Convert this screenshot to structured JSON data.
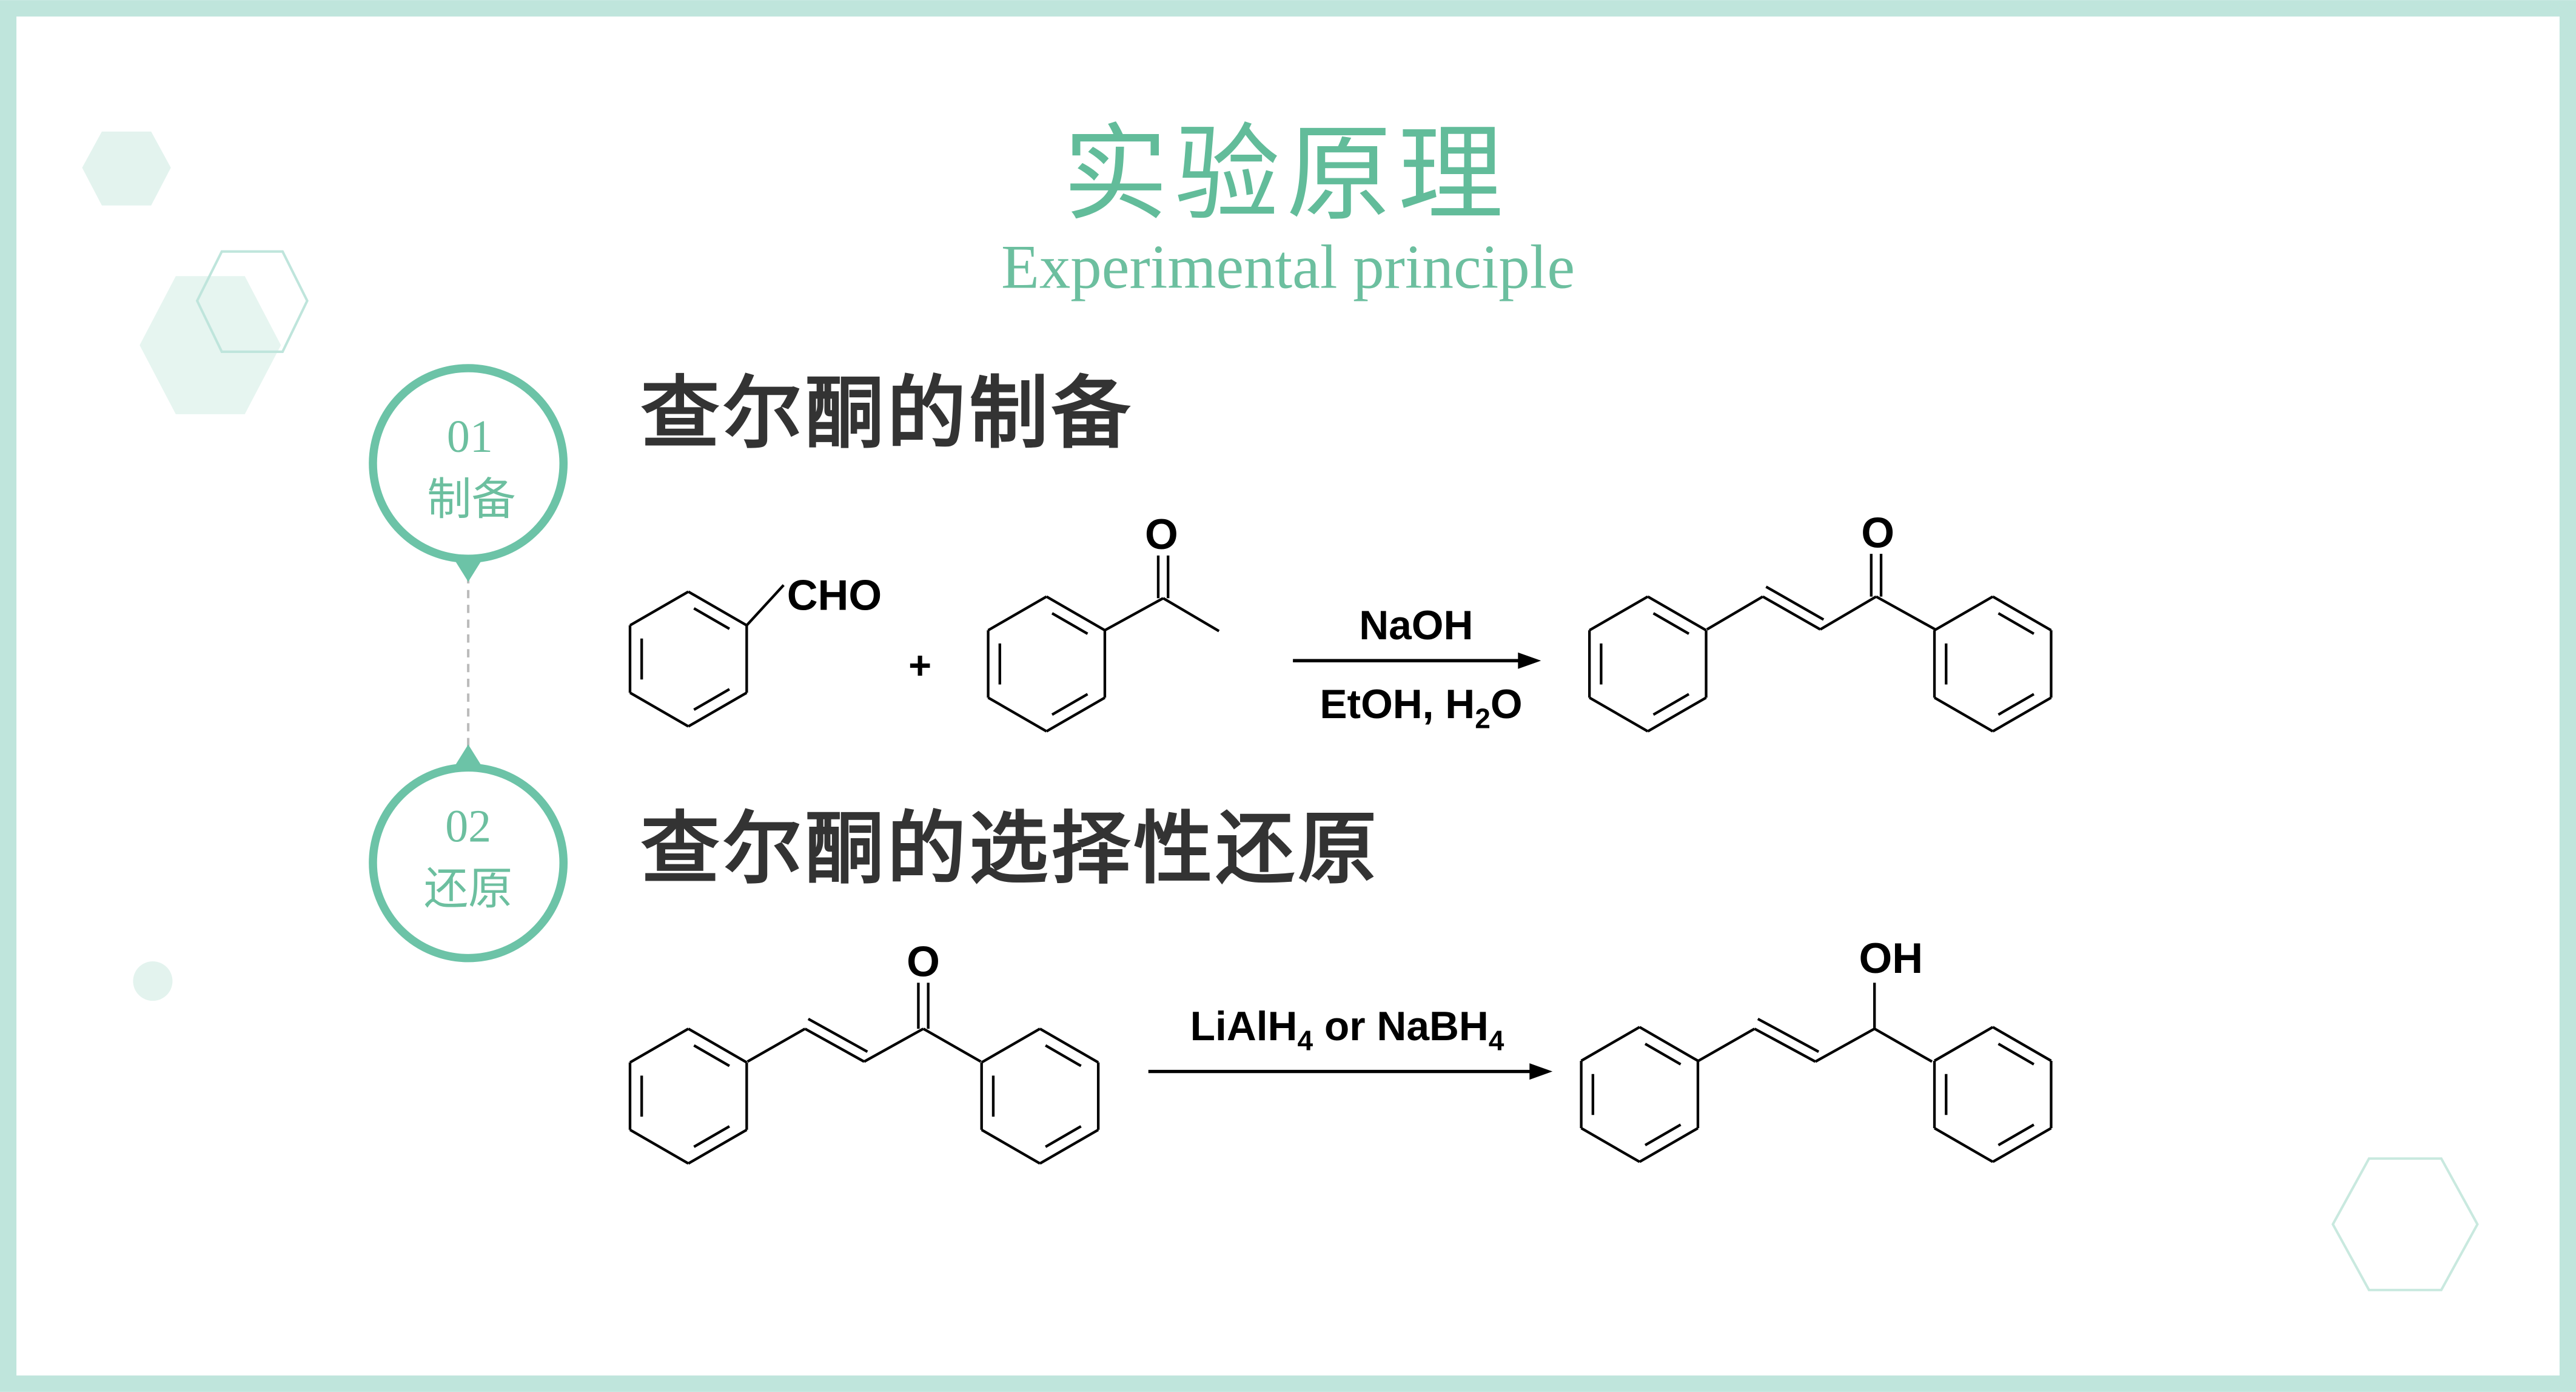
{
  "header": {
    "title": "实验原理",
    "subtitle": "Experimental principle"
  },
  "steps": [
    {
      "number": "01",
      "label": "制备",
      "heading": "查尔酮的制备"
    },
    {
      "number": "02",
      "label": "还原",
      "heading": "查尔酮的选择性还原"
    }
  ],
  "reaction1": {
    "reactant1_group": "CHO",
    "plus": "+",
    "reactant2_oxygen": "O",
    "reagent_top": "NaOH",
    "reagent_bottom": {
      "a": "EtOH, H",
      "sub": "2",
      "b": "O"
    },
    "product_oxygen": "O"
  },
  "reaction2": {
    "reactant_oxygen": "O",
    "reagent": {
      "a": "LiAlH",
      "sub1": "4",
      "b": " or NaBH",
      "sub2": "4"
    },
    "product_group": "OH"
  },
  "colors": {
    "accent": "#6cc3a7",
    "frame": "#bfe5dc",
    "heading": "#333333"
  }
}
